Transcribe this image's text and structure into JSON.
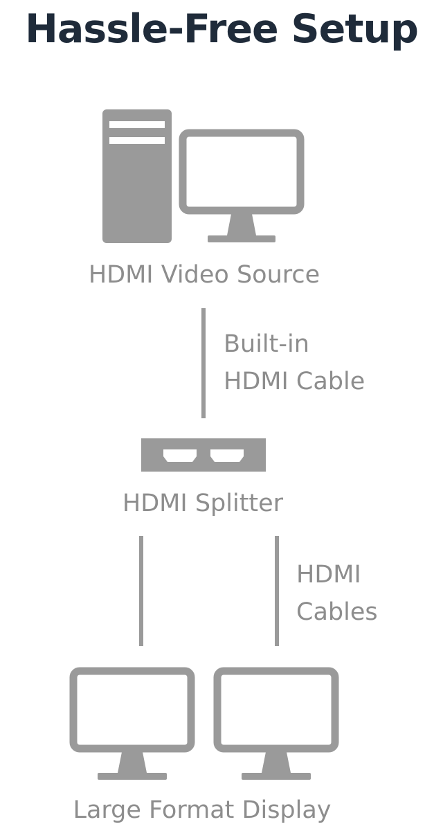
{
  "title": "Hassle-Free Setup",
  "labels": {
    "source": "HDMI Video Source",
    "builtin_cable_line1": "Built-in",
    "builtin_cable_line2": "HDMI Cable",
    "splitter": "HDMI Splitter",
    "cables_line1": "HDMI",
    "cables_line2": "Cables",
    "display": "Large Format Display"
  },
  "colors": {
    "title": "#1f2b3a",
    "icon": "#9a9a9a",
    "text": "#8d8d8d",
    "background": "#ffffff"
  },
  "icons": [
    "desktop-tower-icon",
    "monitor-icon",
    "hdmi-splitter-icon",
    "monitor-icon",
    "monitor-icon"
  ]
}
